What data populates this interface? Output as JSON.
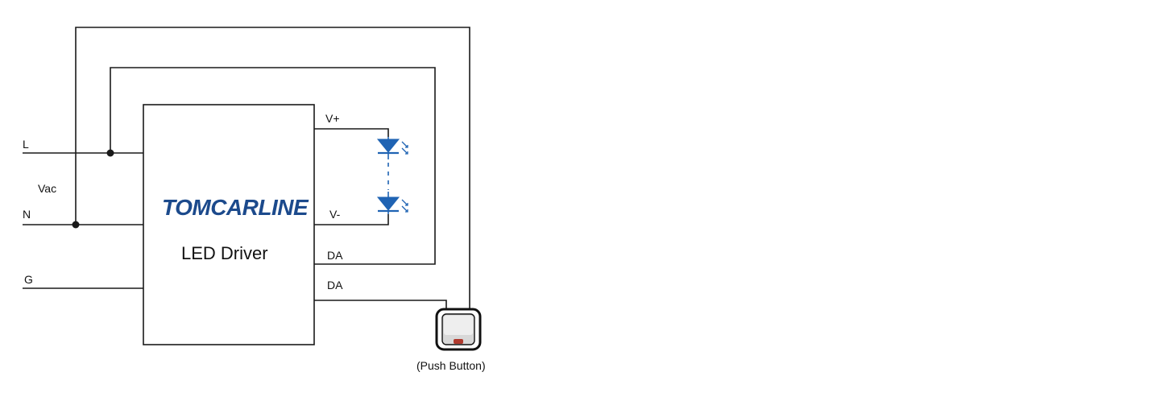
{
  "terminals": {
    "line": "L",
    "neutral": "N",
    "ground": "G",
    "supply": "Vac"
  },
  "driver": {
    "brand": "TOMCARLINE",
    "name": "LED Driver",
    "v_plus": "V+",
    "v_minus": "V-",
    "da_1": "DA",
    "da_2": "DA"
  },
  "push_button": {
    "label": "(Push Button)"
  },
  "colors": {
    "wire": "#1a1a1a",
    "led": "#1f63b3",
    "brand": "#1c4a8c",
    "button_indicator": "#b03a2e"
  }
}
